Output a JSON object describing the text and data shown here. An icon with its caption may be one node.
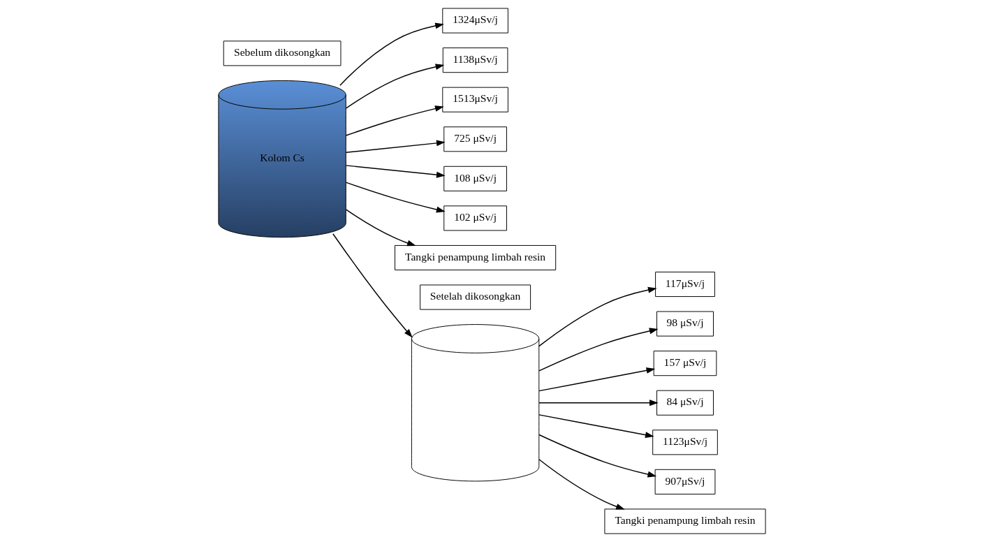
{
  "diagram": {
    "nodes": [
      {
        "text": [
          "Sebelum dikosongkan"
        ]
      },
      {
        "text": [
          "Kolom Cs"
        ]
      },
      {
        "text": [
          "1324μSv/j"
        ]
      },
      {
        "text": [
          "1138μSv/j"
        ]
      },
      {
        "text": [
          "1513μSv/j"
        ]
      },
      {
        "text": [
          "725 μSv/j"
        ]
      },
      {
        "text": [
          "108 μSv/j"
        ]
      },
      {
        "text": [
          "102 μSv/j"
        ]
      },
      {
        "text": [
          "Tangki penampung limbah resin"
        ]
      },
      {
        "text": [
          "Setelah dikosongkan"
        ]
      },
      {
        "text": [],
        "shape": "cylinder"
      },
      {
        "text": [
          "117μSv/j"
        ]
      },
      {
        "text": [
          "98 μSv/j"
        ]
      },
      {
        "text": [
          "157 μSv/j"
        ]
      },
      {
        "text": [
          "84 μSv/j"
        ]
      },
      {
        "text": [
          "1123μSv/j"
        ]
      },
      {
        "text": [
          "907μSv/j"
        ]
      },
      {
        "text": [
          "Tangki penampung limbah resin"
        ]
      }
    ],
    "edges": [
      {
        "from": 1,
        "to": 2,
        "arrow": "to"
      },
      {
        "from": 1,
        "to": 3,
        "arrow": "to"
      },
      {
        "from": 1,
        "to": 4,
        "arrow": "to"
      },
      {
        "from": 1,
        "to": 5,
        "arrow": "to"
      },
      {
        "from": 1,
        "to": 6,
        "arrow": "to"
      },
      {
        "from": 1,
        "to": 7,
        "arrow": "to"
      },
      {
        "from": 1,
        "to": 8,
        "arrow": "to"
      },
      {
        "from": 1,
        "to": 10,
        "arrow": "to"
      },
      {
        "from": 10,
        "to": 11,
        "arrow": "to"
      },
      {
        "from": 10,
        "to": 12,
        "arrow": "to"
      },
      {
        "from": 10,
        "to": 13,
        "arrow": "to"
      },
      {
        "from": 10,
        "to": 14,
        "arrow": "to"
      },
      {
        "from": 10,
        "to": 15,
        "arrow": "to"
      },
      {
        "from": 10,
        "to": 16,
        "arrow": "to"
      },
      {
        "from": 10,
        "to": 17,
        "arrow": "to"
      }
    ]
  }
}
